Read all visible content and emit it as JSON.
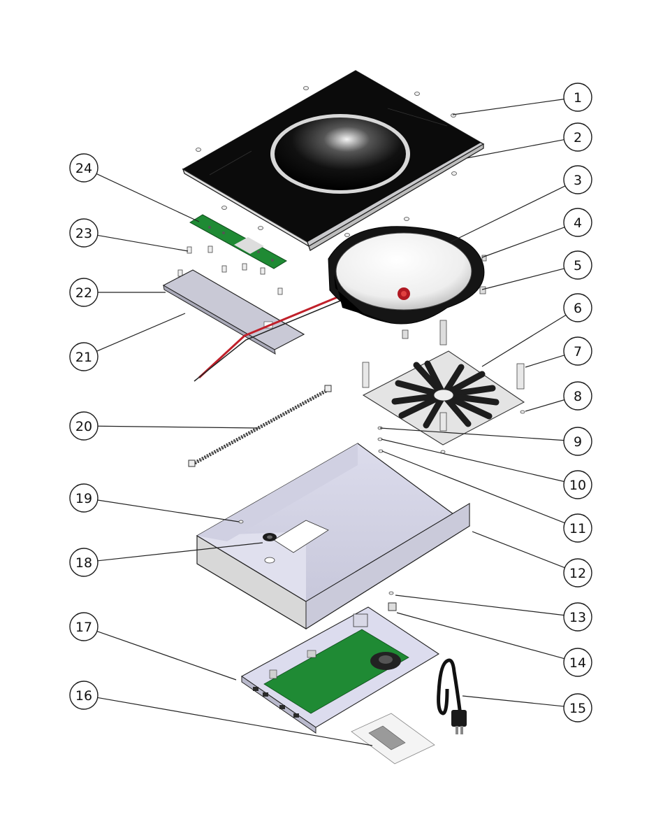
{
  "diagram": {
    "type": "exploded-parts-view",
    "colors": {
      "glass": "#0a0a0a",
      "metal": "#d6d6e8",
      "pcb": "#1f8a34",
      "wire_red": "#c0202a",
      "coil": "#f2f2f2",
      "ferrite": "#2a2a2a"
    },
    "callouts": [
      {
        "label": "1"
      },
      {
        "label": "2"
      },
      {
        "label": "3"
      },
      {
        "label": "4"
      },
      {
        "label": "5"
      },
      {
        "label": "6"
      },
      {
        "label": "7"
      },
      {
        "label": "8"
      },
      {
        "label": "9"
      },
      {
        "label": "10"
      },
      {
        "label": "11"
      },
      {
        "label": "12"
      },
      {
        "label": "13"
      },
      {
        "label": "14"
      },
      {
        "label": "15"
      },
      {
        "label": "16"
      },
      {
        "label": "17"
      },
      {
        "label": "18"
      },
      {
        "label": "19"
      },
      {
        "label": "20"
      },
      {
        "label": "21"
      },
      {
        "label": "22"
      },
      {
        "label": "23"
      },
      {
        "label": "24"
      }
    ]
  }
}
